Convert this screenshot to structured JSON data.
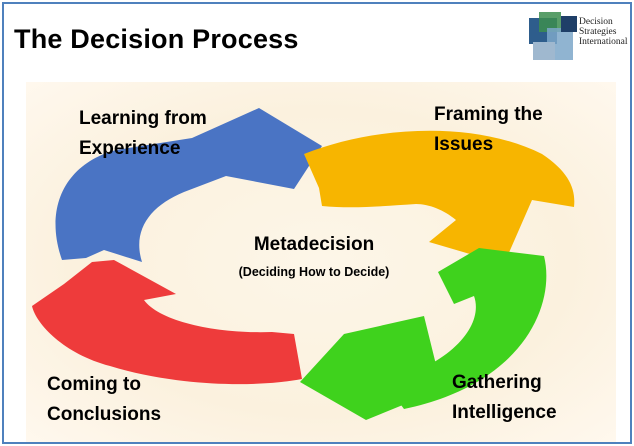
{
  "slide": {
    "title": "The Decision Process",
    "logo": {
      "line1": "Decision",
      "line2": "Strategies",
      "line3": "International"
    }
  },
  "diagram": {
    "center": {
      "label": "Metadecision",
      "sublabel": "(Deciding How to Decide)"
    },
    "stages": [
      {
        "line1": "Learning from",
        "line2": "Experience",
        "color": "#4a74c4"
      },
      {
        "line1": "Framing the",
        "line2": "Issues",
        "color": "#f7b500"
      },
      {
        "line1": "Gathering",
        "line2": "Intelligence",
        "color": "#3fd21d"
      },
      {
        "line1": "Coming to",
        "line2": "Conclusions",
        "color": "#ee3b3b"
      }
    ]
  }
}
